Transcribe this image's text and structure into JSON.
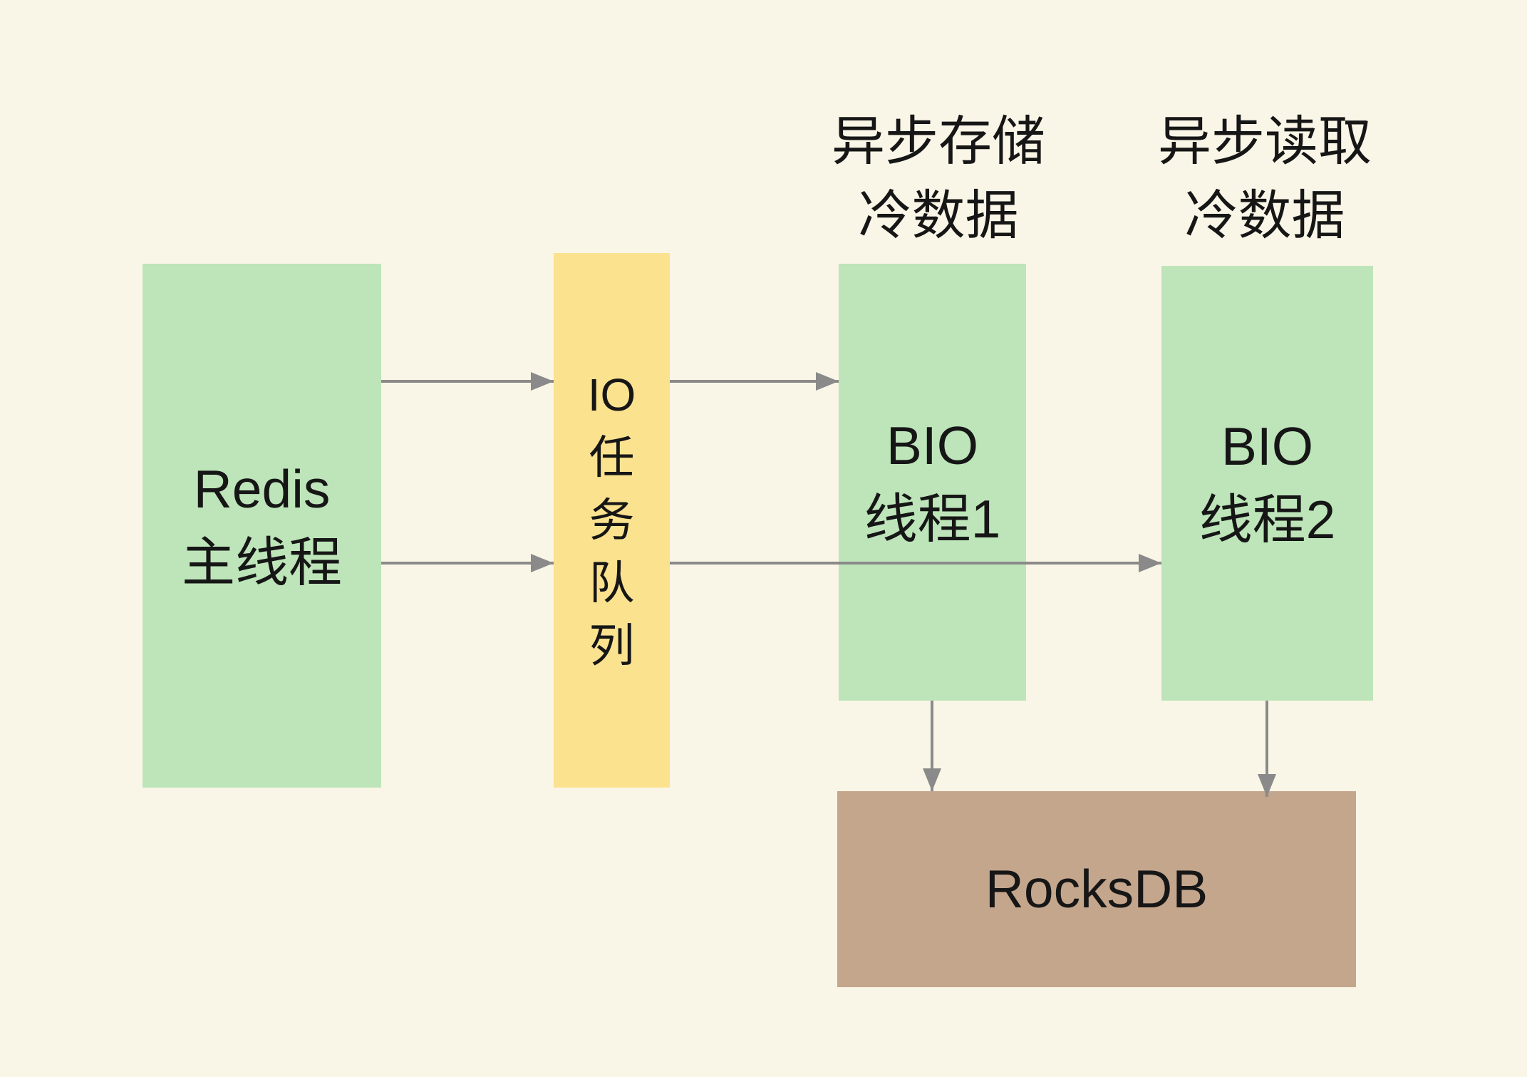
{
  "diagram": {
    "title": "Redis async cold-data flow to RocksDB",
    "colors": {
      "background": "#FAF6E7",
      "node_green": "#BDE5B9",
      "node_yellow": "#FBE28F",
      "node_tan": "#C4A68D",
      "arrow_gray": "#8A8A8A",
      "text": "#161616"
    },
    "annotations": {
      "store": {
        "text": "异步存储\n冷数据"
      },
      "read": {
        "text": "异步读取\n冷数据"
      }
    },
    "nodes": {
      "redis": {
        "label": "Redis\n主线程",
        "fill": "#BDE5B9"
      },
      "queue": {
        "label": "IO\n任\n务\n队\n列",
        "fill": "#FBE28F"
      },
      "bio1": {
        "label": "BIO\n线程1",
        "fill": "#BDE5B9"
      },
      "bio2": {
        "label": "BIO\n线程2",
        "fill": "#BDE5B9"
      },
      "rocksdb": {
        "label": "RocksDB",
        "fill": "#C4A68D"
      }
    },
    "edges": [
      {
        "from": "redis",
        "to": "queue",
        "name": "redis-to-queue-upper"
      },
      {
        "from": "redis",
        "to": "queue",
        "name": "redis-to-queue-lower"
      },
      {
        "from": "queue",
        "to": "bio1",
        "name": "queue-to-bio1"
      },
      {
        "from": "queue",
        "to": "bio2",
        "name": "queue-to-bio2"
      },
      {
        "from": "bio1",
        "to": "rocksdb",
        "name": "bio1-to-rocksdb"
      },
      {
        "from": "bio2",
        "to": "rocksdb",
        "name": "bio2-to-rocksdb"
      }
    ]
  }
}
